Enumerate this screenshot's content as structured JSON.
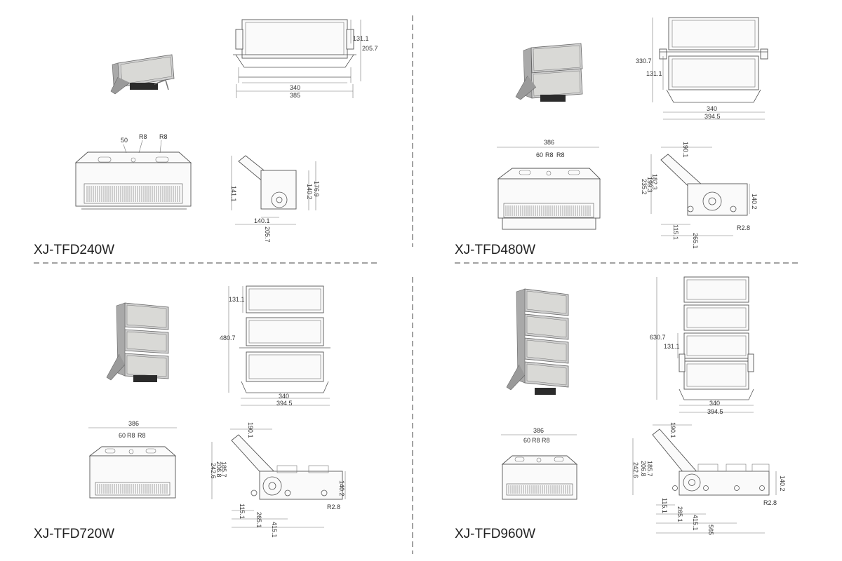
{
  "panels": [
    {
      "model": "XJ-TFD240W",
      "front_dims": [
        "131.1",
        "205.7",
        "340",
        "385"
      ],
      "top_dims": [
        "50",
        "R8",
        "R8"
      ],
      "side_dims": [
        "141.1",
        "176.9",
        "140.2",
        "140.1",
        "205.7"
      ]
    },
    {
      "model": "XJ-TFD480W",
      "front_dims": [
        "330.7",
        "131.1",
        "340",
        "394.5"
      ],
      "top_dims": [
        "386",
        "60",
        "R8",
        "R8"
      ],
      "side_dims": [
        "190.1",
        "182.3",
        "199.3",
        "235.2",
        "140.2",
        "115.1",
        "265.1",
        "R2.8"
      ]
    },
    {
      "model": "XJ-TFD720W",
      "front_dims": [
        "131.1",
        "480.7",
        "340",
        "394.5"
      ],
      "top_dims": [
        "386",
        "60",
        "R8",
        "R8"
      ],
      "side_dims": [
        "190.1",
        "185.7",
        "206.8",
        "242.6",
        "140.2",
        "115.1",
        "265.1",
        "415.1",
        "R2.8"
      ]
    },
    {
      "model": "XJ-TFD960W",
      "front_dims": [
        "630.7",
        "131.1",
        "340",
        "394.5"
      ],
      "top_dims": [
        "386",
        "60",
        "R8",
        "R8"
      ],
      "side_dims": [
        "190.1",
        "185.7",
        "206.8",
        "242.6",
        "140.2",
        "115.1",
        "265.1",
        "415.1",
        "565",
        "R2.8"
      ]
    }
  ]
}
